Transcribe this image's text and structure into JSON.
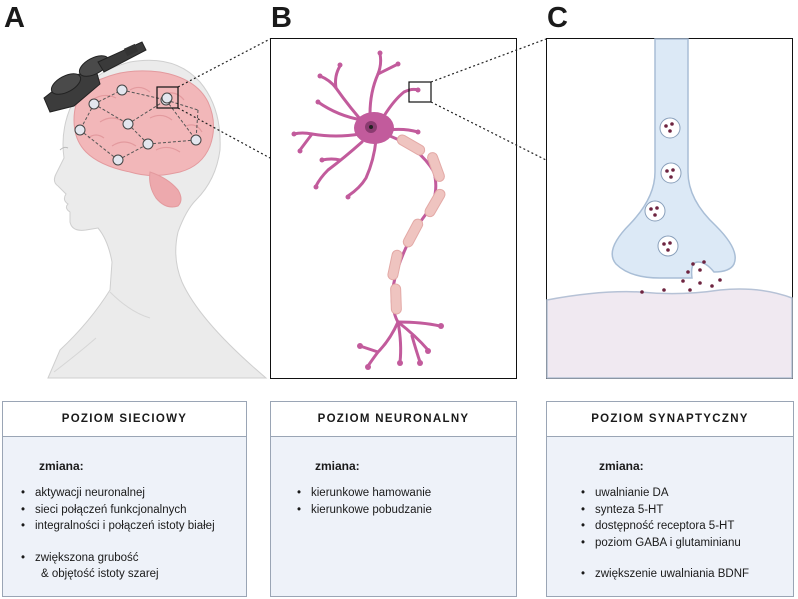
{
  "letters": [
    "A",
    "B",
    "C"
  ],
  "boxes": [
    {
      "title": "POZIOM SIECIOWY",
      "subtitle": "zmiana:",
      "items": [
        "aktywacji neuronalnej",
        "sieci połączeń funkcjonalnych",
        "integralności i połączeń istoty białej",
        "zwiększona grubość",
        "& objętość istoty szarej"
      ]
    },
    {
      "title": "POZIOM NEURONALNY",
      "subtitle": "zmiana:",
      "items": [
        "kierunkowe hamowanie",
        "kierunkowe pobudzanie"
      ]
    },
    {
      "title": "POZIOM SYNAPTYCZNY",
      "subtitle": "zmiana:",
      "items": [
        "uwalnianie DA",
        "synteza 5-HT",
        "dostępność receptora 5-HT",
        "poziom GABA i glutaminianu",
        "zwiększenie uwalniania BDNF"
      ]
    }
  ],
  "colors": {
    "skin": "#e9e9e9",
    "brain": "#f2b7b9",
    "neuron": "#c25b9c",
    "myelin": "#efc4c0",
    "synapse": "#dce9f6",
    "postsynaptic": "#f0e9f1",
    "box_fill": "#eef2f9",
    "box_border": "#9aa5b5"
  },
  "icons": [
    "head-silhouette-icon",
    "brain-icon",
    "tms-coil-icon",
    "neuron-icon",
    "synapse-icon"
  ]
}
